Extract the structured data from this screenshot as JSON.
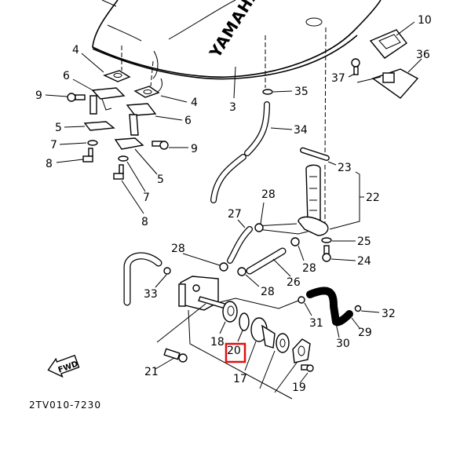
{
  "diagram": {
    "brand_text": "YAMAHA",
    "drawing_code": "2TV010-7230",
    "direction_label": "FWD",
    "highlight_color": "#e01010",
    "highlighted_part": "20",
    "labels": {
      "p3": "3",
      "p4a": "4",
      "p4b": "4",
      "p5a": "5",
      "p5b": "5",
      "p6a": "6",
      "p6b": "6",
      "p7a": "7",
      "p7b": "7",
      "p8a": "8",
      "p8b": "8",
      "p9a": "9",
      "p9b": "9",
      "p10": "10",
      "p17": "17",
      "p18": "18",
      "p19": "19",
      "p20": "20",
      "p21": "21",
      "p22": "22",
      "p23": "23",
      "p24": "24",
      "p25": "25",
      "p26": "26",
      "p27": "27",
      "p28a": "28",
      "p28b": "28",
      "p28c": "28",
      "p28d": "28",
      "p29": "29",
      "p30": "30",
      "p31": "31",
      "p32": "32",
      "p33": "33",
      "p34": "34",
      "p35": "35",
      "p36": "36",
      "p37": "37"
    }
  }
}
